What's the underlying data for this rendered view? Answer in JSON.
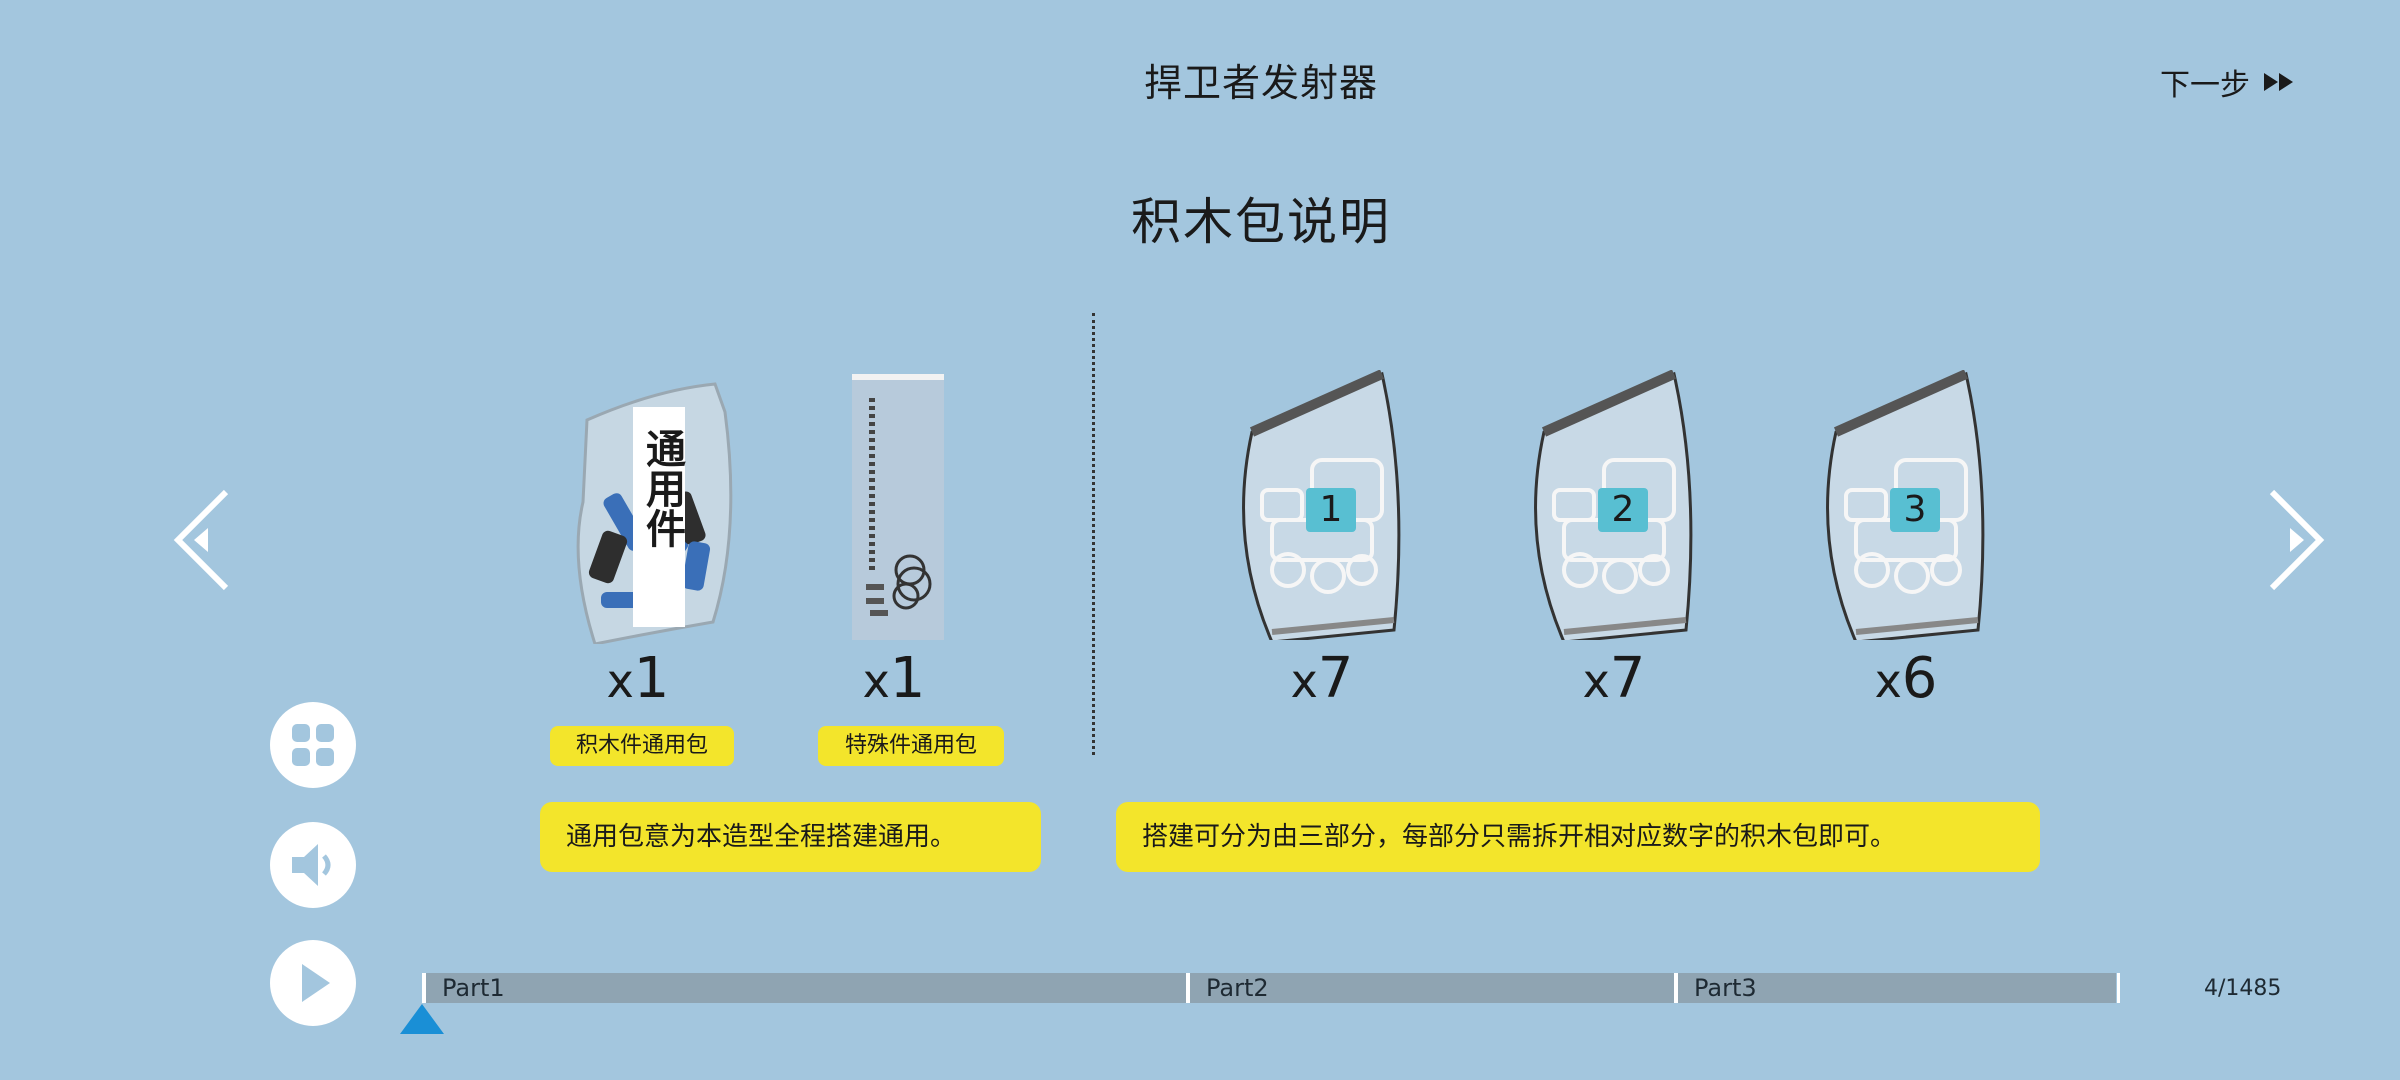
{
  "header": {
    "title": "捍卫者发射器",
    "next_label": "下一步",
    "next_icon": "fast-forward-icon"
  },
  "section_title": "积木包说明",
  "packs_common": [
    {
      "bag_label": "通用件",
      "count": "1",
      "tag": "积木件通用包"
    },
    {
      "count": "1",
      "tag": "特殊件通用包"
    }
  ],
  "packs_numbered": [
    {
      "number": "1",
      "count": "7"
    },
    {
      "number": "2",
      "count": "7"
    },
    {
      "number": "3",
      "count": "6"
    }
  ],
  "count_prefix": "x",
  "notes": {
    "left": "通用包意为本造型全程搭建通用。",
    "right": "搭建可分为由三部分，每部分只需拆开相对应数字的积木包即可。"
  },
  "side_buttons": [
    "grid-icon",
    "speaker-icon",
    "play-icon"
  ],
  "timeline": {
    "parts": [
      "Part1",
      "Part2",
      "Part3"
    ],
    "progress": 0.0
  },
  "page_counter": "4/1485",
  "colors": {
    "background": "#a3c6de",
    "highlight": "#f3e52b",
    "bag_number": "#58bfd2",
    "timeline": "#8fa4b2",
    "marker": "#1a8fd6"
  }
}
